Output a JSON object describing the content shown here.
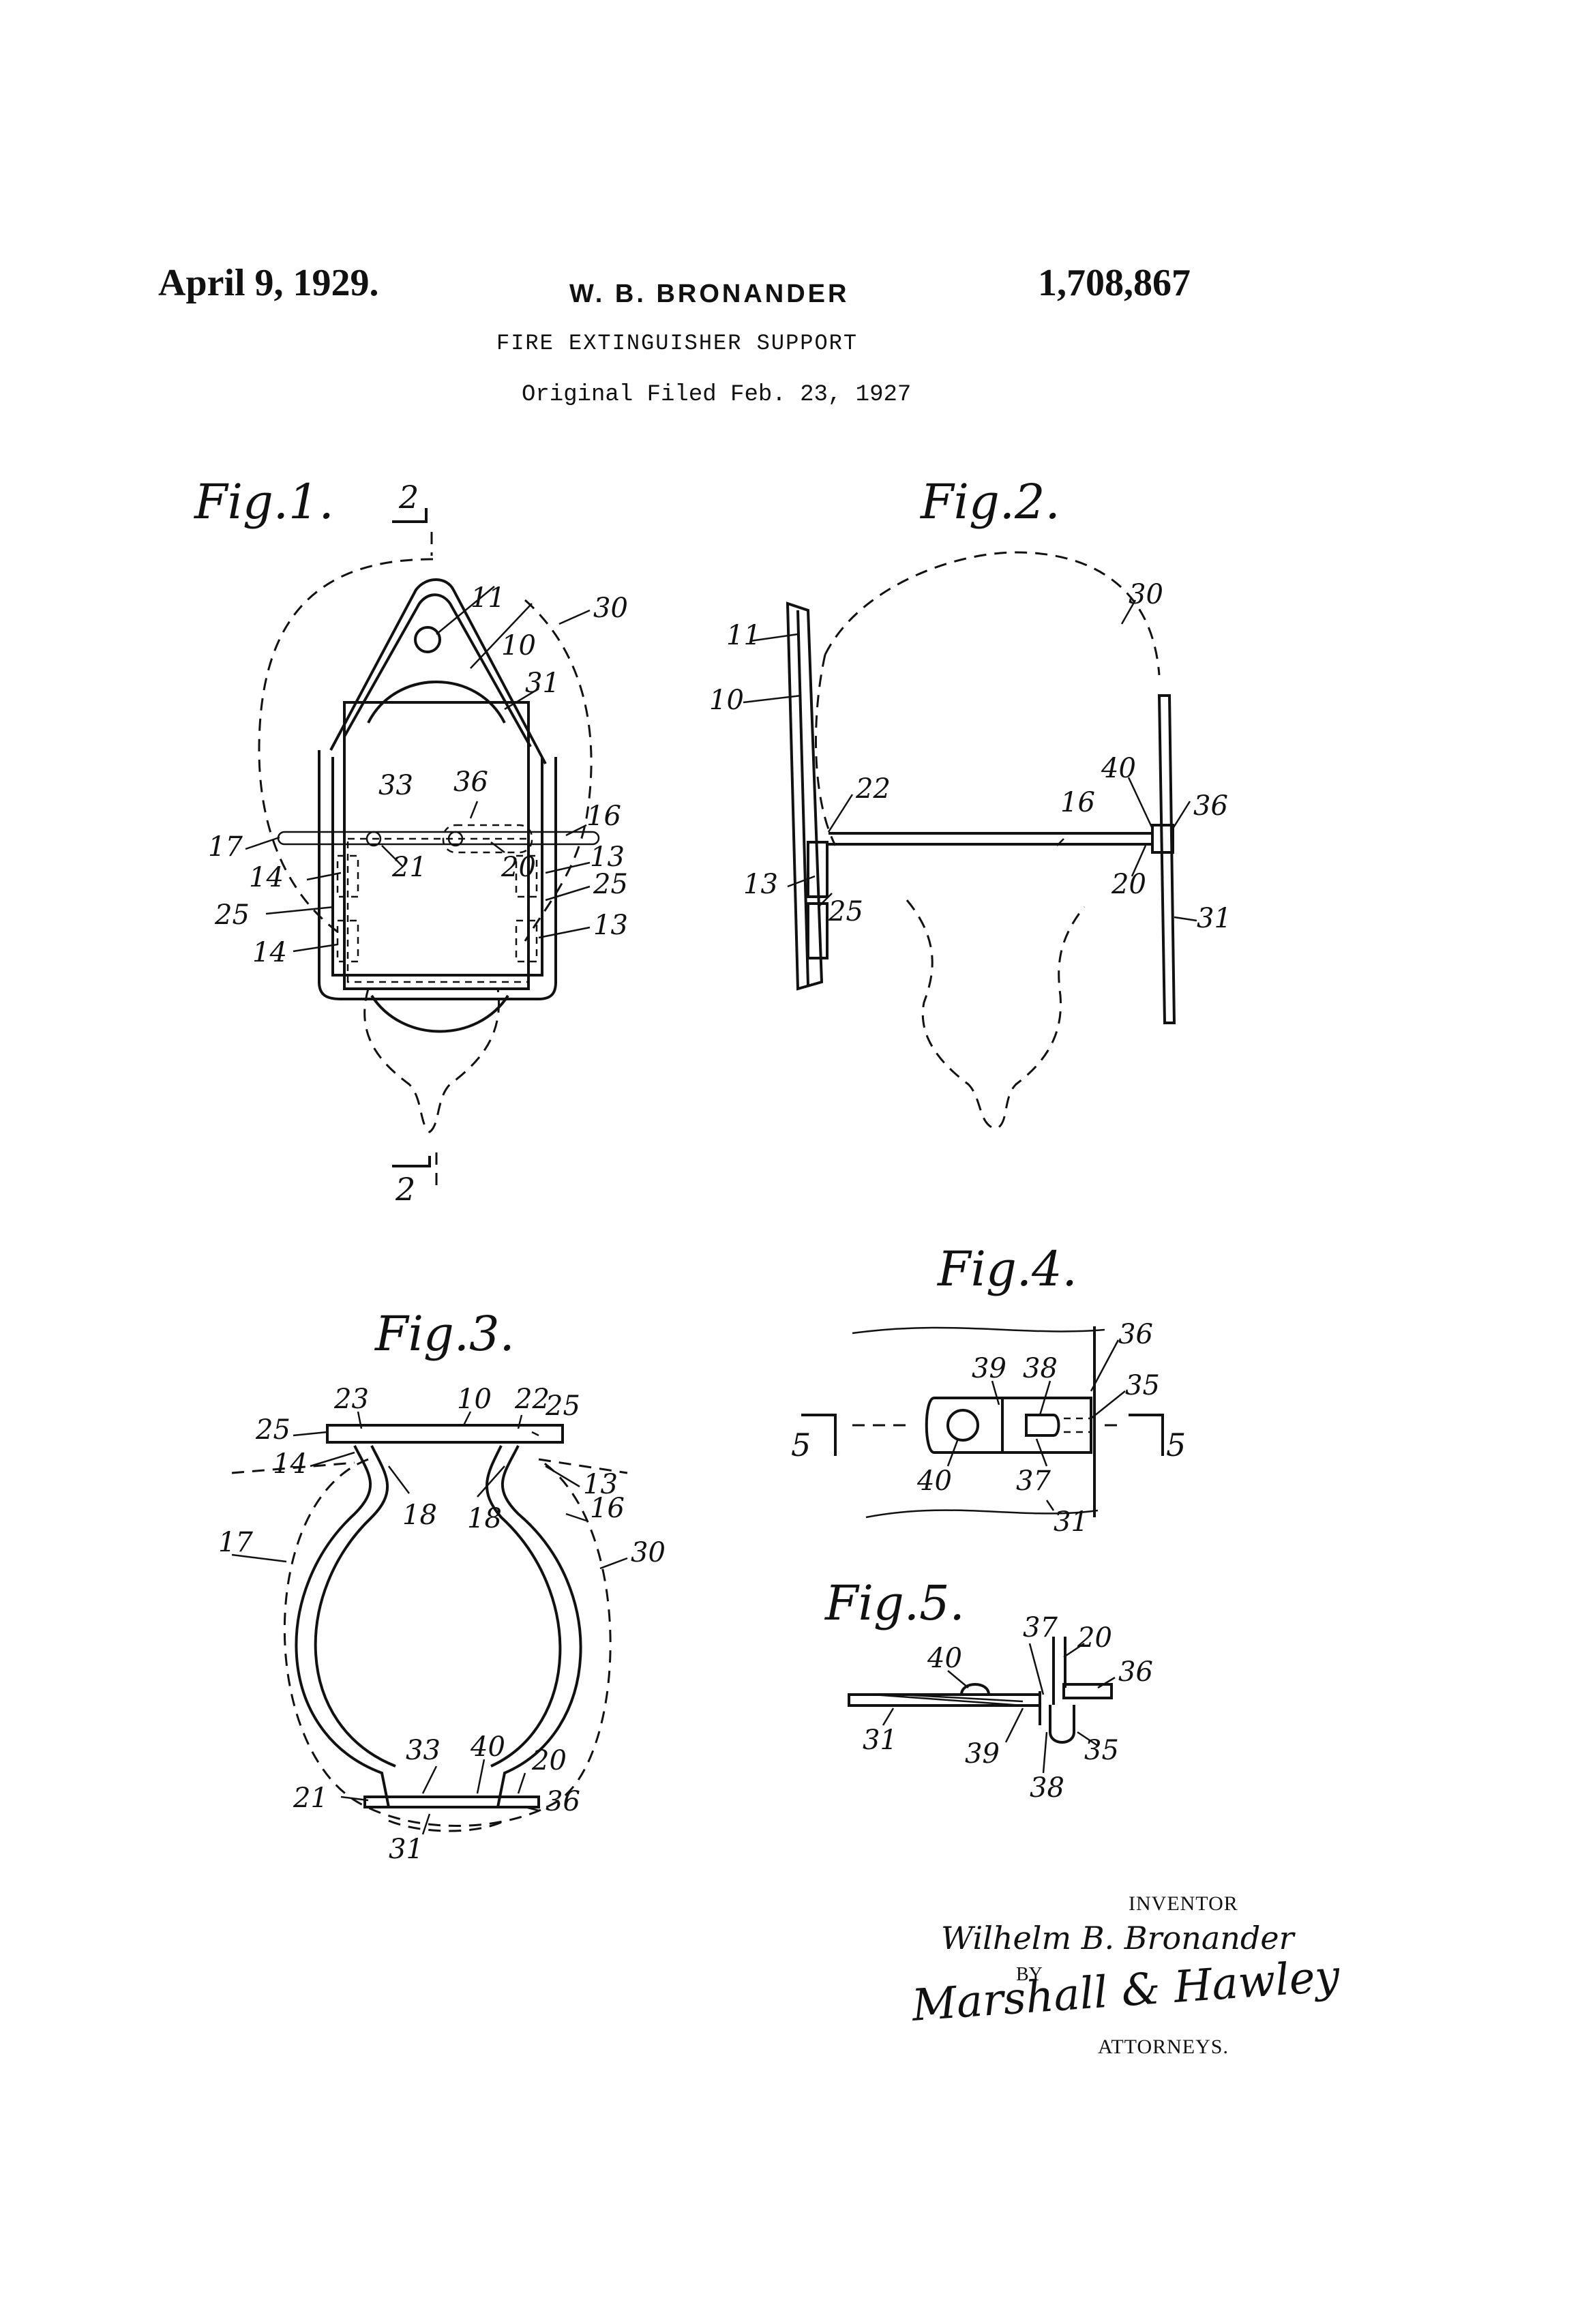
{
  "header": {
    "date": "April 9, 1929.",
    "inventor_name": "W. B. BRONANDER",
    "patent_number": "1,708,867",
    "title": "FIRE EXTINGUISHER SUPPORT",
    "filed": "Original Filed Feb. 23, 1927"
  },
  "figures": [
    {
      "title": "Fig.1.",
      "section_marks": [
        "2",
        "2"
      ],
      "labels": [
        "11",
        "10",
        "30",
        "31",
        "33",
        "36",
        "16",
        "17",
        "21",
        "20",
        "14",
        "13",
        "25",
        "25",
        "14",
        "13"
      ]
    },
    {
      "title": "Fig.2.",
      "labels": [
        "11",
        "10",
        "30",
        "22",
        "16",
        "40",
        "36",
        "13",
        "25",
        "20",
        "31"
      ]
    },
    {
      "title": "Fig.3.",
      "labels": [
        "23",
        "10",
        "22",
        "25",
        "25",
        "13",
        "14",
        "18",
        "18",
        "16",
        "17",
        "30",
        "33",
        "40",
        "20",
        "21",
        "36",
        "31"
      ]
    },
    {
      "title": "Fig.4.",
      "section_marks": [
        "5",
        "5"
      ],
      "labels": [
        "36",
        "39",
        "38",
        "35",
        "40",
        "37",
        "31"
      ]
    },
    {
      "title": "Fig.5.",
      "labels": [
        "37",
        "20",
        "40",
        "36",
        "31",
        "39",
        "35",
        "38"
      ]
    }
  ],
  "signature_block": {
    "inventor_label": "INVENTOR",
    "inventor_signature": "Wilhelm B. Bronander",
    "by": "BY",
    "attorneys_signature": "Marshall & Hawley",
    "attorneys_label": "ATTORNEYS."
  }
}
